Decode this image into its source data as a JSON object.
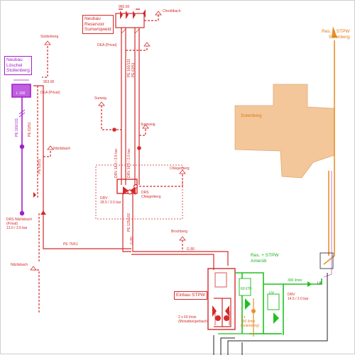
{
  "colors": {
    "red": "#d42a2a",
    "dark_red": "#a0201a",
    "green": "#20c020",
    "orange": "#e8902a",
    "purple": "#a020c8",
    "land": "#f3c79a",
    "gray": "#7a7a7a",
    "black": "#222222"
  },
  "zones": {
    "neubau_reservoir": [
      "Neubau",
      "Reservoir",
      "Sumeriqweid"
    ],
    "neubau_loeschel": [
      "Neubau",
      "Löschel",
      "Stollenberg"
    ],
    "solenberg_res": [
      "Res. + STPW",
      "Solenberg"
    ],
    "amerueti_res": [
      "Res. + STPW",
      "Amerüti"
    ],
    "einbau": "Einbau STPW",
    "solenberg_area": "Solenberg"
  },
  "labels": {
    "chrottibach": "Chrottibach",
    "stollenberg": "Stollenberg",
    "dea_privat_top": "DEA (Privat)",
    "dea_privat": "DEA (Privat)",
    "level_top": "960.50",
    "level_mid": "953.00",
    "tank": "L 100",
    "sumeig": "Sumeig",
    "sumweig": "Sumweig",
    "nitzlisbach": "Nitzlisbach",
    "nitzlisbach_low": "Nitzlisbach",
    "chlegerberg": "Chlegerberg",
    "brochberg": "Brochberg",
    "drs_chlegerberg": [
      "DRS",
      "Chlegerberg"
    ],
    "drs_nitzlisbach": [
      "DRS Nitzlisbach",
      "(Privat)",
      "13.0 / 3.5 bar"
    ],
    "drv_main": [
      "DRV",
      "18.5 / 3.5 bar"
    ],
    "drv_v1": "DRV 18.5 / 3.5 bar",
    "drv_v2": "DRV 18.5 / 2.0 bar",
    "drv_right": [
      "DRV",
      "14.5 / 2.0 bar"
    ],
    "pe_top1": "PE 160/131",
    "pe_top2": "PE 63/51",
    "pe_left1": "PE 160/131",
    "pe_left2": "PE 63/51",
    "pe_left3": "PE 63/51",
    "pe_mid": "PE 125/102",
    "pe_bottom": "PE 75/61",
    "g80": "G 80",
    "g80_b": "G 80",
    "pumps": [
      "2 x 60 l/min",
      "(Monatbergerbach)"
    ],
    "pump_solo": [
      "1 x",
      "160 l/min",
      "(Solenberg)"
    ],
    "flow300": "300 l/min",
    "lk": "LK",
    "uv": "UV",
    "v20": "60 l/70"
  }
}
